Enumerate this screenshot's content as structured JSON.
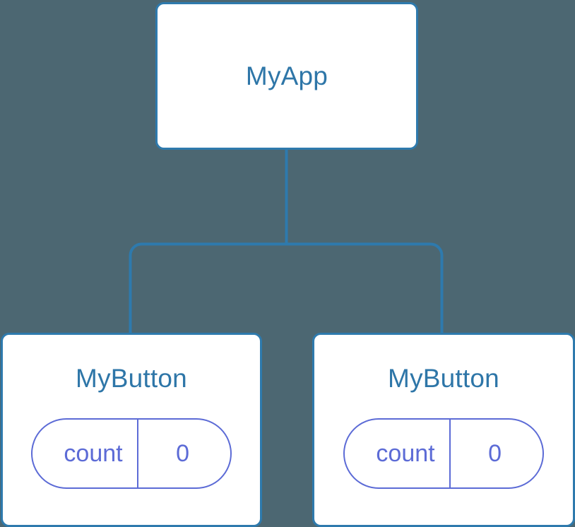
{
  "diagram": {
    "type": "component-tree",
    "background_color": "#4c6772",
    "node_fill_color": "#ffffff",
    "node_border_color": "#2e7aad",
    "node_label_color": "#2e76a8",
    "pill_color": "#5c6bd6",
    "connector_color": "#2e7aad"
  },
  "root": {
    "label": "MyApp"
  },
  "children": [
    {
      "label": "MyButton",
      "state": {
        "key": "count",
        "value": "0"
      }
    },
    {
      "label": "MyButton",
      "state": {
        "key": "count",
        "value": "0"
      }
    }
  ],
  "edges": [
    {
      "from": "MyApp",
      "to": "MyButton"
    },
    {
      "from": "MyApp",
      "to": "MyButton"
    }
  ]
}
